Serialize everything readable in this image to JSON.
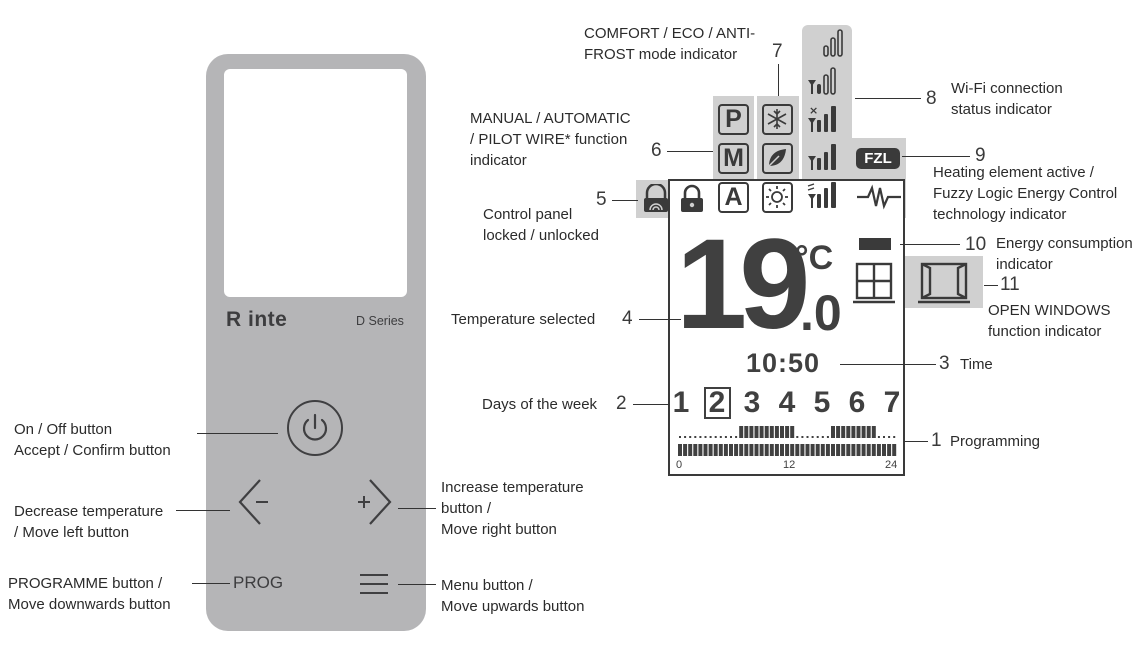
{
  "remote": {
    "brand": "R inte",
    "series": "D Series",
    "prog_label": "PROG"
  },
  "display": {
    "temp_integer": "19",
    "temp_unit": "°C",
    "temp_decimal": ".0",
    "time": "10:50",
    "days": [
      "1",
      "2",
      "3",
      "4",
      "5",
      "6",
      "7"
    ],
    "selected_day": "2",
    "mode_letters": [
      "P",
      "M",
      "A"
    ],
    "fzl_badge": "FZL",
    "axis_ticks": [
      "0",
      "12",
      "24"
    ],
    "program_top": [
      0,
      0,
      0,
      0,
      0,
      0,
      0,
      0,
      0,
      0,
      0,
      0,
      1,
      1,
      1,
      1,
      1,
      1,
      1,
      1,
      1,
      1,
      1,
      0,
      0,
      0,
      0,
      0,
      0,
      0,
      1,
      1,
      1,
      1,
      1,
      1,
      1,
      1,
      1,
      0,
      0,
      0,
      0
    ],
    "program_bottom": [
      1,
      1,
      1,
      1,
      1,
      1,
      1,
      1,
      1,
      1,
      1,
      1,
      1,
      1,
      1,
      1,
      1,
      1,
      1,
      1,
      1,
      1,
      1,
      1,
      1,
      1,
      1,
      1,
      1,
      1,
      1,
      1,
      1,
      1,
      1,
      1,
      1,
      1,
      1,
      1,
      1,
      1,
      1
    ]
  },
  "callouts": {
    "n1": "1",
    "l1": "Programming",
    "n2": "2",
    "l2": "Days of the week",
    "n3": "3",
    "l3": "Time",
    "n4": "4",
    "l4": "Temperature selected",
    "n5": "5",
    "l5": "Control panel\nlocked / unlocked",
    "n6": "6",
    "l6": "MANUAL / AUTOMATIC\n/ PILOT WIRE* function\nindicator",
    "n7": "7",
    "l7": "COMFORT / ECO / ANTI-\nFROST mode indicator",
    "n8": "8",
    "l8": "Wi-Fi connection\nstatus indicator",
    "n9": "9",
    "l9": "Heating element active /\nFuzzy Logic Energy Control\ntechnology indicator",
    "n10": "10",
    "l10": "Energy consumption\nindicator",
    "n11": "11",
    "l11": "OPEN WINDOWS\nfunction indicator",
    "onoff": "On / Off button\nAccept / Confirm button",
    "decrease": "Decrease temperature\n/ Move left button",
    "increase": "Increase temperature\nbutton /\nMove right button",
    "programme": "PROGRAMME button /\nMove downwards button",
    "menu": "Menu button /\nMove upwards button"
  }
}
